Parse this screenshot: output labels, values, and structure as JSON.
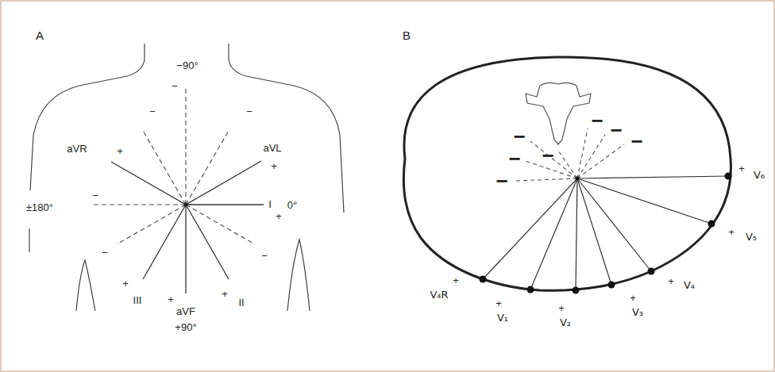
{
  "diagram": {
    "labels": [
      "A",
      "−90°",
      "−",
      "−",
      "−",
      "−",
      "−",
      "−",
      "aVR",
      "+",
      "aVL",
      "+",
      "±180°",
      "I",
      "0°",
      "+",
      "+",
      "III",
      "+",
      "aVF",
      "+",
      "II",
      "+90°",
      "B",
      "−",
      "−",
      "−",
      "−",
      "−",
      "−",
      "−",
      "+",
      "V₄R",
      "+",
      "V₁",
      "+",
      "V₂",
      "+",
      "V₃",
      "+",
      "V₄",
      "+",
      "V₅",
      "+",
      "V₆"
    ]
  }
}
